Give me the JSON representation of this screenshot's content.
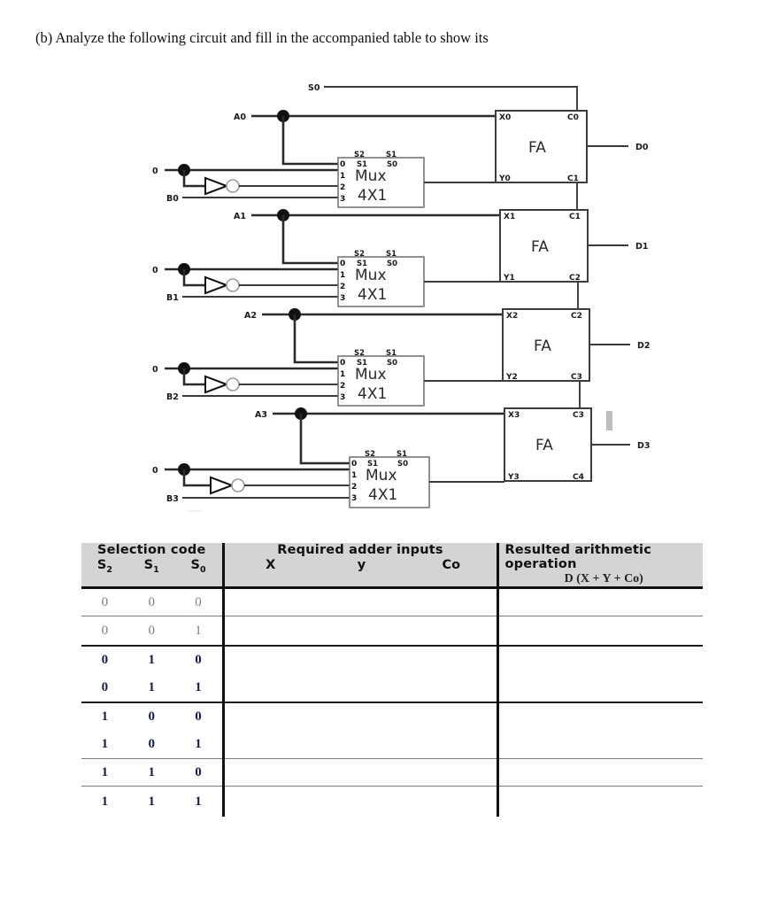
{
  "question": {
    "text": "(b) Analyze the following circuit and fill in the accompanied table to show its"
  },
  "circuit": {
    "select_line_label": "S0",
    "mux": {
      "title": "Mux",
      "subtitle": "4X1",
      "select_top_left": "S2",
      "select_top_right": "S1",
      "select_inner_left": "S1",
      "select_inner_right": "S0",
      "input_indices": [
        "0",
        "1",
        "2",
        "3"
      ],
      "const_zero": "0"
    },
    "adder": {
      "title": "FA"
    },
    "stages": [
      {
        "a_label": "A0",
        "b_label": "B0",
        "x_label": "X0",
        "y_label": "Y0",
        "carry_in_label": "C0",
        "carry_out_label": "C1",
        "sum_label": "D0"
      },
      {
        "a_label": "A1",
        "b_label": "B1",
        "x_label": "X1",
        "y_label": "Y1",
        "carry_in_label": "C1",
        "carry_out_label": "C2",
        "sum_label": "D1"
      },
      {
        "a_label": "A2",
        "b_label": "B2",
        "x_label": "X2",
        "y_label": "Y2",
        "carry_in_label": "C2",
        "carry_out_label": "C3",
        "sum_label": "D2"
      },
      {
        "a_label": "A3",
        "b_label": "B3",
        "x_label": "X3",
        "y_label": "Y3",
        "carry_in_label": "C3",
        "carry_out_label": "C4",
        "sum_label": "D3"
      }
    ]
  },
  "table": {
    "headers": {
      "selection_code": "Selection code",
      "required_adder_inputs": "Required adder inputs",
      "resulted_operation": "Resulted arithmetic operation",
      "resulted_formula": "D (X + Y + Co)"
    },
    "sub_headers": {
      "s2": "S",
      "s2_sub": "2",
      "s1": "S",
      "s1_sub": "1",
      "s0": "S",
      "s0_sub": "0",
      "x": "X",
      "y": "y",
      "co": "Co"
    },
    "rows": [
      {
        "s2": "0",
        "s1": "0",
        "s0": "0",
        "x": "",
        "y": "",
        "co": "",
        "result": "",
        "style": "faint"
      },
      {
        "s2": "0",
        "s1": "0",
        "s0": "1",
        "x": "",
        "y": "",
        "co": "",
        "result": "",
        "style": "faint"
      },
      {
        "s2": "0",
        "s1": "1",
        "s0": "0",
        "x": "",
        "y": "",
        "co": "",
        "result": "",
        "style": "bold"
      },
      {
        "s2": "0",
        "s1": "1",
        "s0": "1",
        "x": "",
        "y": "",
        "co": "",
        "result": "",
        "style": "bold"
      },
      {
        "s2": "1",
        "s1": "0",
        "s0": "0",
        "x": "",
        "y": "",
        "co": "",
        "result": "",
        "style": "bold"
      },
      {
        "s2": "1",
        "s1": "0",
        "s0": "1",
        "x": "",
        "y": "",
        "co": "",
        "result": "",
        "style": "bold"
      },
      {
        "s2": "1",
        "s1": "1",
        "s0": "0",
        "x": "",
        "y": "",
        "co": "",
        "result": "",
        "style": "bold"
      },
      {
        "s2": "1",
        "s1": "1",
        "s0": "1",
        "x": "",
        "y": "",
        "co": "",
        "result": "",
        "style": "bold"
      }
    ]
  },
  "colors": {
    "header_fill": "#d4d4d4",
    "border": "#111111",
    "wire": "#3a3a3a",
    "bit_text": "#14204a"
  }
}
